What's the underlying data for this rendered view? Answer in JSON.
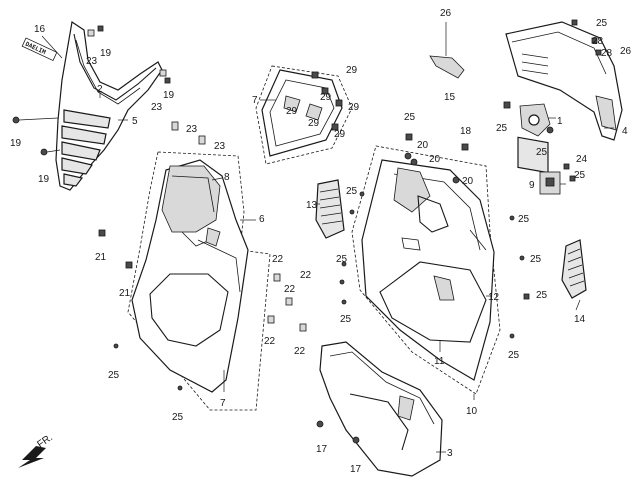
{
  "labels": {
    "l1": "1",
    "l2": "2",
    "l3": "3",
    "l4": "4",
    "l5": "5",
    "l6": "6",
    "l7": "7",
    "l7b": "7",
    "l8": "8",
    "l9": "9",
    "l10": "10",
    "l11": "11",
    "l12": "12",
    "l13": "13",
    "l14": "14",
    "l15": "15",
    "l16": "16",
    "l17a": "17",
    "l17b": "17",
    "l18": "18",
    "l19a": "19",
    "l19b": "19",
    "l19c": "19",
    "l19d": "19",
    "l20a": "20",
    "l20b": "20",
    "l20c": "20",
    "l21a": "21",
    "l21b": "21",
    "l22a": "22",
    "l22b": "22",
    "l22c": "22",
    "l22d": "22",
    "l23a": "23",
    "l23b": "23",
    "l23c": "23",
    "l23d": "23",
    "l24": "24",
    "l25a": "25",
    "l25b": "25",
    "l25c": "25",
    "l25d": "25",
    "l25e": "25",
    "l25f": "25",
    "l25g": "25",
    "l25h": "25",
    "l25i": "25",
    "l25j": "25",
    "l25k": "25",
    "l25l": "25",
    "l25m": "25",
    "l25n": "25",
    "l26a": "26",
    "l26b": "26",
    "l28a": "28",
    "l28b": "28",
    "l29a": "29",
    "l29b": "29",
    "l29c": "29",
    "l29d": "29",
    "l29e": "29",
    "l29f": "29"
  },
  "logo_text": "DAELIM",
  "direction_label": "FR."
}
